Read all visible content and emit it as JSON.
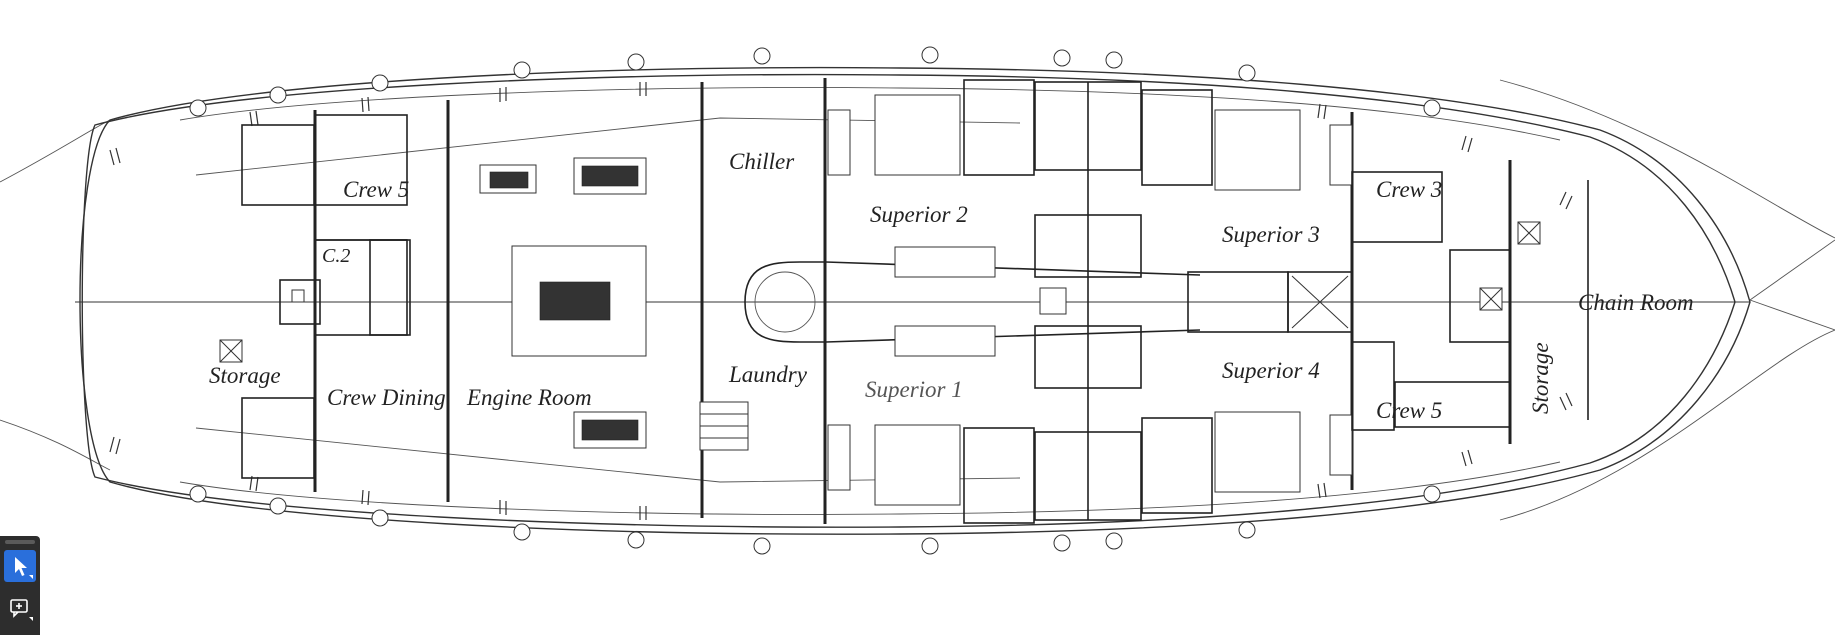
{
  "rooms": {
    "crew_5_aft": "Crew 5",
    "c2": "C.2",
    "storage_aft": "Storage",
    "crew_dining": "Crew Dining",
    "engine_room": "Engine Room",
    "chiller": "Chiller",
    "laundry": "Laundry",
    "superior_2": "Superior 2",
    "superior_1": "Superior 1",
    "superior_3": "Superior 3",
    "superior_4": "Superior 4",
    "crew_3": "Crew 3",
    "crew_5_fwd": "Crew 5",
    "storage_fwd": "Storage",
    "chain_room": "Chain Room"
  },
  "toolbar": {
    "tools": [
      "select-tool",
      "add-comment-tool"
    ],
    "active_tool": "select-tool",
    "accent_color": "#2a6fdb",
    "background_color": "#2d2d2d"
  }
}
